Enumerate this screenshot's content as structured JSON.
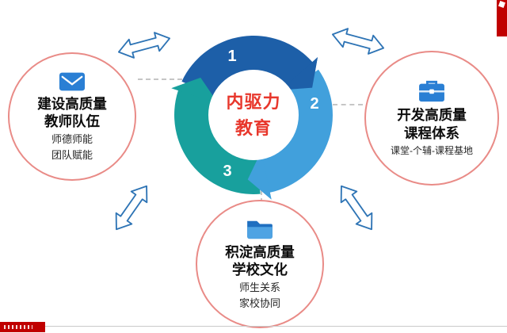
{
  "diagram": {
    "center": {
      "line1": "内驱力",
      "line2": "教育"
    },
    "numbers": [
      {
        "label": "1"
      },
      {
        "label": "2"
      },
      {
        "label": "3"
      }
    ],
    "nodes": {
      "left": {
        "icon": "envelope-icon",
        "title1": "建设高质量",
        "title2": "教师队伍",
        "sub1": "师德师能",
        "sub2": "团队赋能"
      },
      "right": {
        "icon": "briefcase-icon",
        "title1": "开发高质量",
        "title2": "课程体系",
        "sub1": "课堂-个辅-课程基地"
      },
      "bottom": {
        "icon": "folder-icon",
        "title1": "积淀高质量",
        "title2": "学校文化",
        "sub1": "师生关系",
        "sub2": "家校协同"
      }
    },
    "colors": {
      "segment_1_blue": "#1d5fa8",
      "segment_2_light_blue": "#41a0dc",
      "segment_3_teal": "#18a09d",
      "center_text_red": "#e8372c",
      "node_border_pink": "#e98b87",
      "icon_blue": "#2a7fd4",
      "arrow_outline_blue": "#2e74b5",
      "connector_gray": "#c6c6c6",
      "ribbon_red": "#c00000"
    }
  }
}
